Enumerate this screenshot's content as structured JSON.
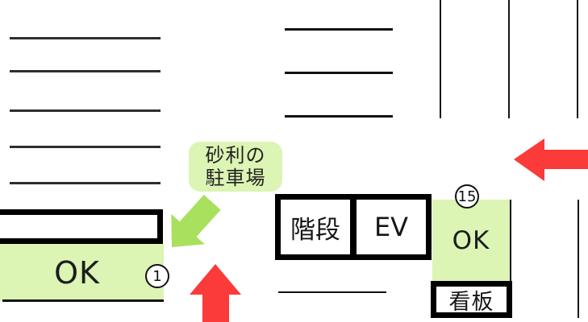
{
  "map": {
    "gravel_parking_label": {
      "line1": "砂利の",
      "line2": "駐車場"
    },
    "stairs_label": "階段",
    "elevator_label": "EV",
    "signboard_label": "看板",
    "left_spot": {
      "label": "OK",
      "number": "1"
    },
    "right_spot": {
      "label": "OK",
      "number": "15"
    }
  },
  "icons": {
    "green_arrow": "green-down-left-arrow",
    "red_arrow_up": "red-up-arrow",
    "red_arrow_left": "red-left-arrow"
  },
  "colors": {
    "light_green": "#dcf4b4",
    "arrow_green": "#a9e05e",
    "arrow_red": "#fb3a3a",
    "line_dark": "#2e2e2e",
    "border_black": "#000000"
  }
}
